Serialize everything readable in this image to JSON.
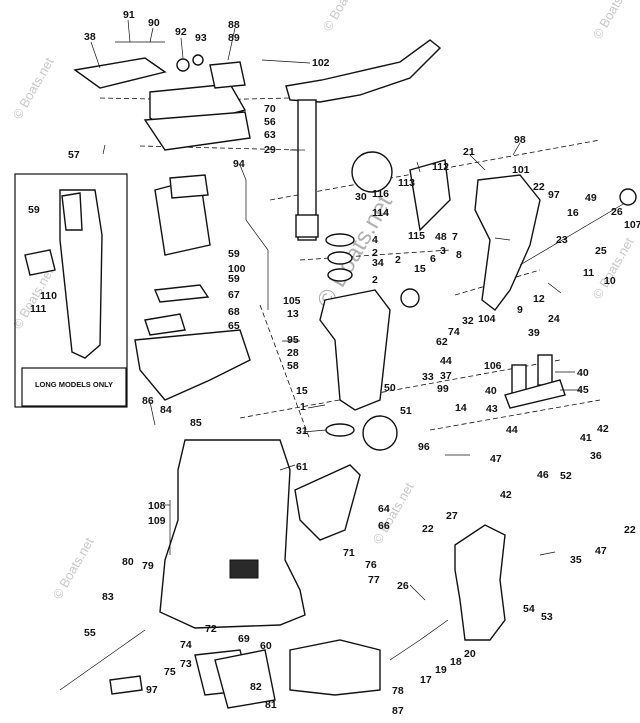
{
  "callouts": [
    "91",
    "90",
    "92",
    "93",
    "88",
    "89",
    "38",
    "102",
    "70",
    "56",
    "63",
    "57",
    "29",
    "94",
    "59",
    "100",
    "59",
    "67",
    "68",
    "65",
    "59",
    "110",
    "111",
    "105",
    "13",
    "95",
    "28",
    "58",
    "86",
    "84",
    "85",
    "15",
    "1",
    "31",
    "61",
    "108",
    "109",
    "80",
    "79",
    "83",
    "55",
    "73",
    "75",
    "74",
    "72",
    "69",
    "60",
    "82",
    "81",
    "97",
    "71",
    "76",
    "77",
    "78",
    "87",
    "66",
    "64",
    "30",
    "113",
    "116",
    "114",
    "4",
    "2",
    "34",
    "2",
    "2",
    "115",
    "3",
    "48",
    "7",
    "6",
    "8",
    "15",
    "32",
    "74",
    "104",
    "62",
    "50",
    "33",
    "44",
    "37",
    "99",
    "51",
    "14",
    "96",
    "43",
    "44",
    "42",
    "41",
    "46",
    "47",
    "42",
    "36",
    "52",
    "47",
    "22",
    "35",
    "22",
    "27",
    "26",
    "18",
    "19",
    "17",
    "20",
    "54",
    "53",
    "112",
    "98",
    "21",
    "101",
    "22",
    "97",
    "16",
    "49",
    "107",
    "26",
    "25",
    "23",
    "11",
    "10",
    "9",
    "12",
    "24",
    "39",
    "40",
    "40",
    "45",
    "106"
  ],
  "inset_label": "LONG MODELS ONLY",
  "watermarks": [
    "© Boats.net",
    "© Boats.net",
    "© Boats.net",
    "© Boats.net",
    "© Boats.net",
    "© Boats.net",
    "© Boats.net"
  ],
  "center_watermark": "© Boats.net"
}
